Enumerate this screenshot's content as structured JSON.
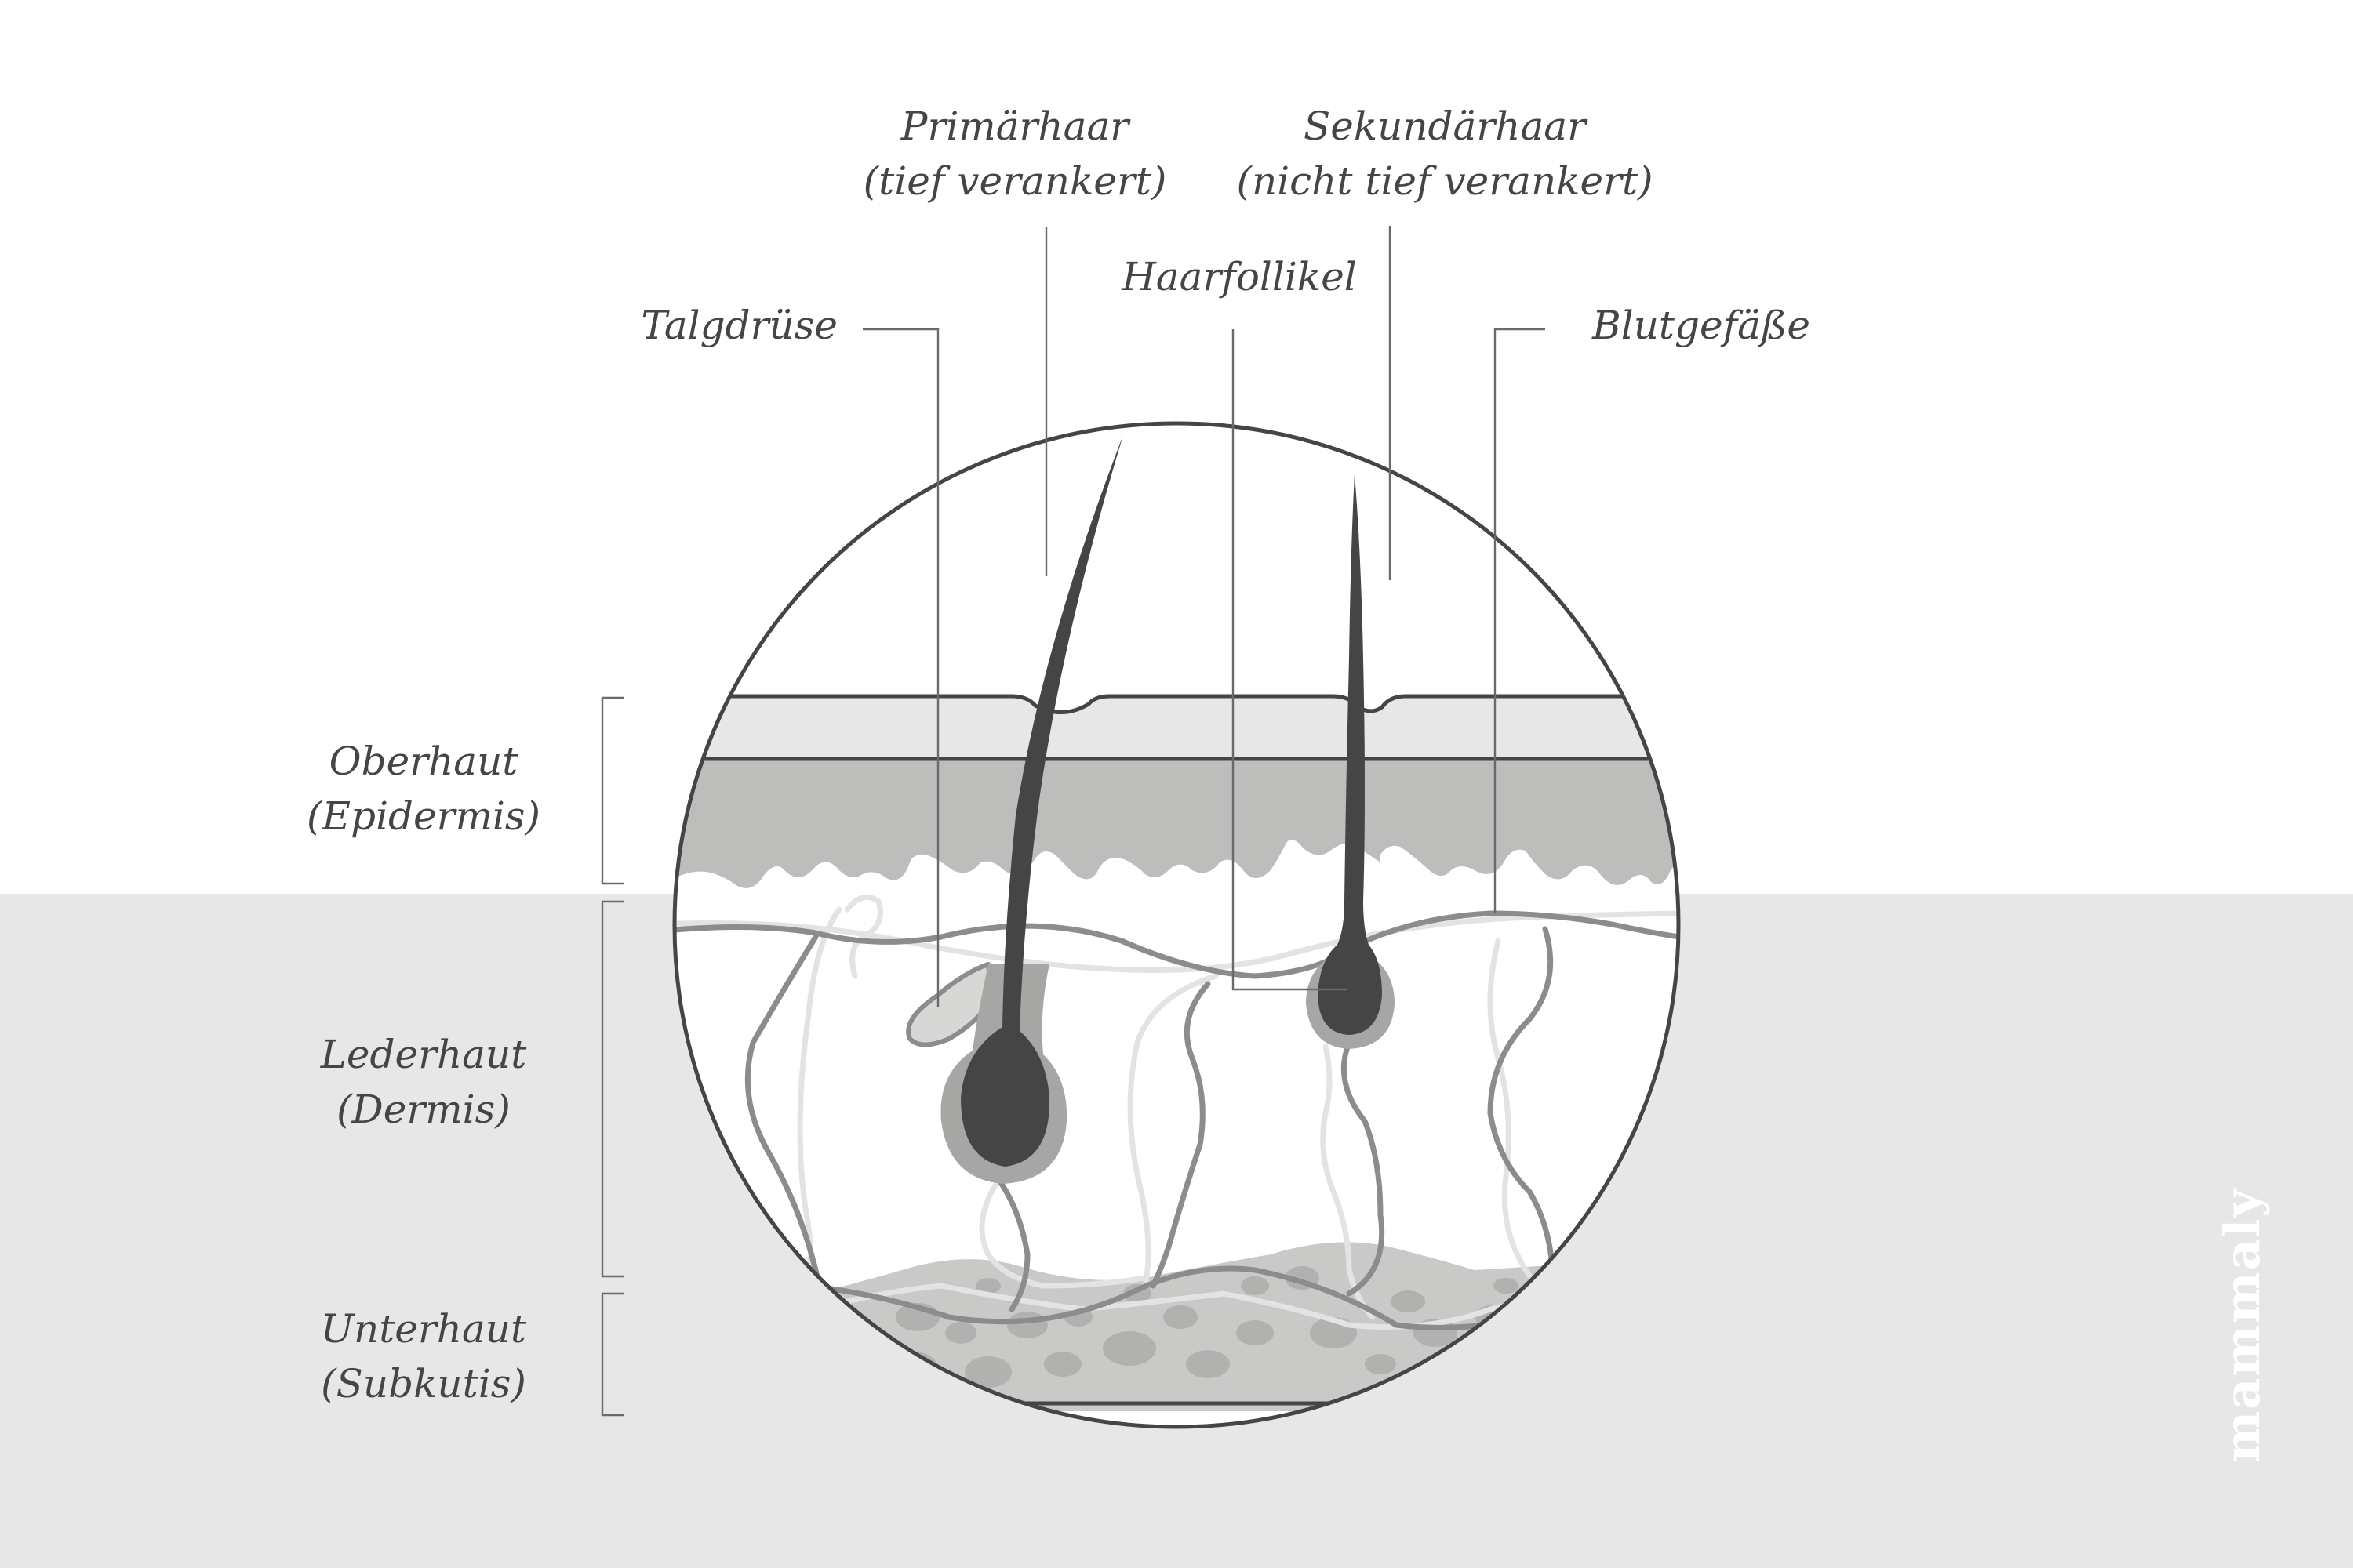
{
  "labels": {
    "primaerhaar_line1": "Primärhaar",
    "primaerhaar_line2": "(tief verankert)",
    "sekundaerhaar_line1": "Sekundärhaar",
    "sekundaerhaar_line2": "(nicht tief verankert)",
    "haarfollikel": "Haarfollikel",
    "talgdruese": "Talgdrüse",
    "blutgefaesse": "Blutgefäße",
    "oberhaut_line1": "Oberhaut",
    "oberhaut_line2": "(Epidermis)",
    "lederhaut_line1": "Lederhaut",
    "lederhaut_line2": "(Dermis)",
    "unterhaut_line1": "Unterhaut",
    "unterhaut_line2": "(Subkutis)"
  },
  "brand": "mammaly",
  "colors": {
    "background_top": "#ffffff",
    "background_bottom": "#e8e7e8",
    "outline": "#454545",
    "hair": "#454545",
    "epidermis_top": "#e8e7e8",
    "epidermis_mid": "#bdbdbc",
    "fat": "#c9c9c8",
    "vessel_dark": "#8c8c8c",
    "vessel_light": "#e3e3e3"
  }
}
